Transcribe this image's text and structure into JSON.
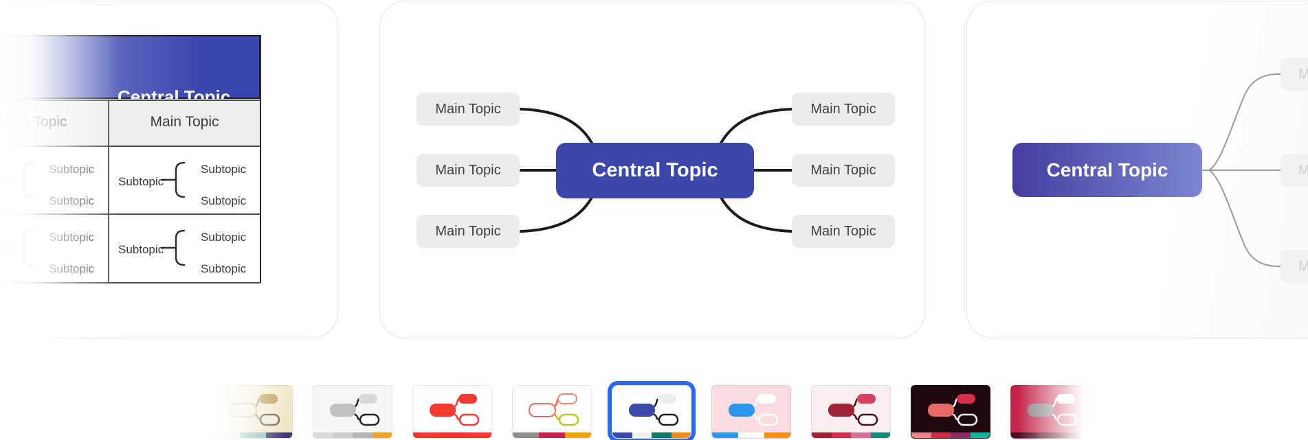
{
  "template_cards": {
    "left": {
      "central_topic": "Central Topic",
      "column_headers": [
        "Main Topic",
        "Main Topic"
      ],
      "rows": [
        {
          "parent": "Subtopic",
          "children": [
            "Subtopic",
            "Subtopic"
          ]
        },
        {
          "parent": "Subtopic",
          "children": [
            "Subtopic",
            "Subtopic"
          ]
        }
      ],
      "colors": {
        "header_bg": "#3b46ad",
        "header_text": "#ffffff",
        "column_header_bg": "#ededed",
        "grid": "#474747",
        "text": "#3a3a3a"
      }
    },
    "center": {
      "central_topic": "Central Topic",
      "left_topics": [
        "Main Topic",
        "Main Topic",
        "Main Topic"
      ],
      "right_topics": [
        "Main Topic",
        "Main Topic",
        "Main Topic"
      ],
      "colors": {
        "central_bg": "#3c47a9",
        "central_text": "#ffffff",
        "topic_bg": "#ececec",
        "topic_text": "#3f3f3f",
        "connector": "#1b1b1b"
      }
    },
    "right": {
      "central_topic": "Central Topic",
      "edge_topics": [
        "Main Topic",
        "Main Topic",
        "Main Topic"
      ],
      "colors": {
        "central_gradient_start": "#443e9f",
        "central_gradient_end": "#7d86d2",
        "central_text": "#ffffff",
        "connector": "#9a9a9a",
        "edge_topic_bg": "#f2f2f3",
        "edge_topic_text": "#cfcfcf"
      }
    }
  },
  "theme_carousel": {
    "selected_index": 4,
    "selected_border_color": "#2c69e4",
    "items": [
      {
        "id": "theme-1",
        "bg": "linear-gradient(120deg,#fbf7ea,#eee3c2)",
        "n1": "#f6f0dc",
        "n1_stroke": "#cfc6a8",
        "n2": "#c3a96a",
        "n3_fill": "#f1ebd6",
        "n3_stroke": "#6b6862",
        "conn": "#a0a0a0",
        "strip": [
          "#e8f0ef",
          "#8fbcb9",
          "#3f3878"
        ],
        "fade": "left"
      },
      {
        "id": "theme-2",
        "bg": "#f6f6f6",
        "n1": "#c1c1c1",
        "n2": "#d8d8d8",
        "n3_fill": "#ffffff",
        "n3_stroke": "#212121",
        "conn": "#212121",
        "strip": [
          "#dadada",
          "#cdcdcd",
          "#b4b4b4",
          "#f0a22c"
        ]
      },
      {
        "id": "theme-3",
        "bg": "#ffffff",
        "n1": "#f23b30",
        "n2": "#f23b30",
        "n3_fill": "#ffffff",
        "n3_stroke": "#f23b30",
        "conn": "#f23b30",
        "strip": [
          "#f23b30",
          "#ee352a",
          "#f23b30"
        ]
      },
      {
        "id": "theme-4",
        "bg": "#ffffff",
        "n1": "#ffffff",
        "n1_stroke": "#ef6a5e",
        "n2": "#ffffff",
        "n2_stroke": "#f5856a",
        "n3_fill": "#ffffff",
        "n3_stroke": "#b8c426",
        "conn": "#ef6a5e",
        "conn2": "#b8c426",
        "strip": [
          "#8f8f8f",
          "#c22450",
          "#eca313"
        ]
      },
      {
        "id": "theme-5",
        "bg": "#ffffff",
        "n1": "#3b49a8",
        "n2": "#ededed",
        "n3_fill": "#ffffff",
        "n3_stroke": "#1c1c1c",
        "conn": "#1c1c1c",
        "strip": [
          "#3b49a8",
          "#f1f1f1",
          "#0d7a63",
          "#f18c14"
        ]
      },
      {
        "id": "theme-6",
        "bg": "#fbdce2",
        "n1": "#2d96ea",
        "n2": "#ffffff",
        "n3_fill": "transparent",
        "n3_stroke": "#ffffff",
        "conn": "#ffffff",
        "strip": [
          "#2d96ea",
          "#ffffff",
          "#f68b1f"
        ]
      },
      {
        "id": "theme-7",
        "bg": "#faeef0",
        "n1": "#a02337",
        "n2": "#d63f5e",
        "n3_fill": "#fdf6f7",
        "n3_stroke": "#46101f",
        "conn": "#46101f",
        "strip": [
          "#9e2138",
          "#cf3350",
          "#d4719a",
          "#12897a"
        ]
      },
      {
        "id": "theme-8",
        "bg": "#200810",
        "n1": "#e86a67",
        "n2": "#d62e4e",
        "n3_fill": "transparent",
        "n3_stroke": "#ffffff",
        "conn": "#ffffff",
        "strip": [
          "#ef8286",
          "#d02c47",
          "#8c2a64",
          "#16b0a0"
        ]
      },
      {
        "id": "theme-9",
        "bg": "linear-gradient(100deg,#c32045,#d05570)",
        "n1": "#8a8a8a",
        "n2": "#ffffff",
        "n3_fill": "transparent",
        "n3_stroke": "#ffffff",
        "conn": "#ffffff",
        "strip": [
          "#471021",
          "#5f1b2c",
          "#7e2438"
        ],
        "fade": "right"
      }
    ]
  }
}
